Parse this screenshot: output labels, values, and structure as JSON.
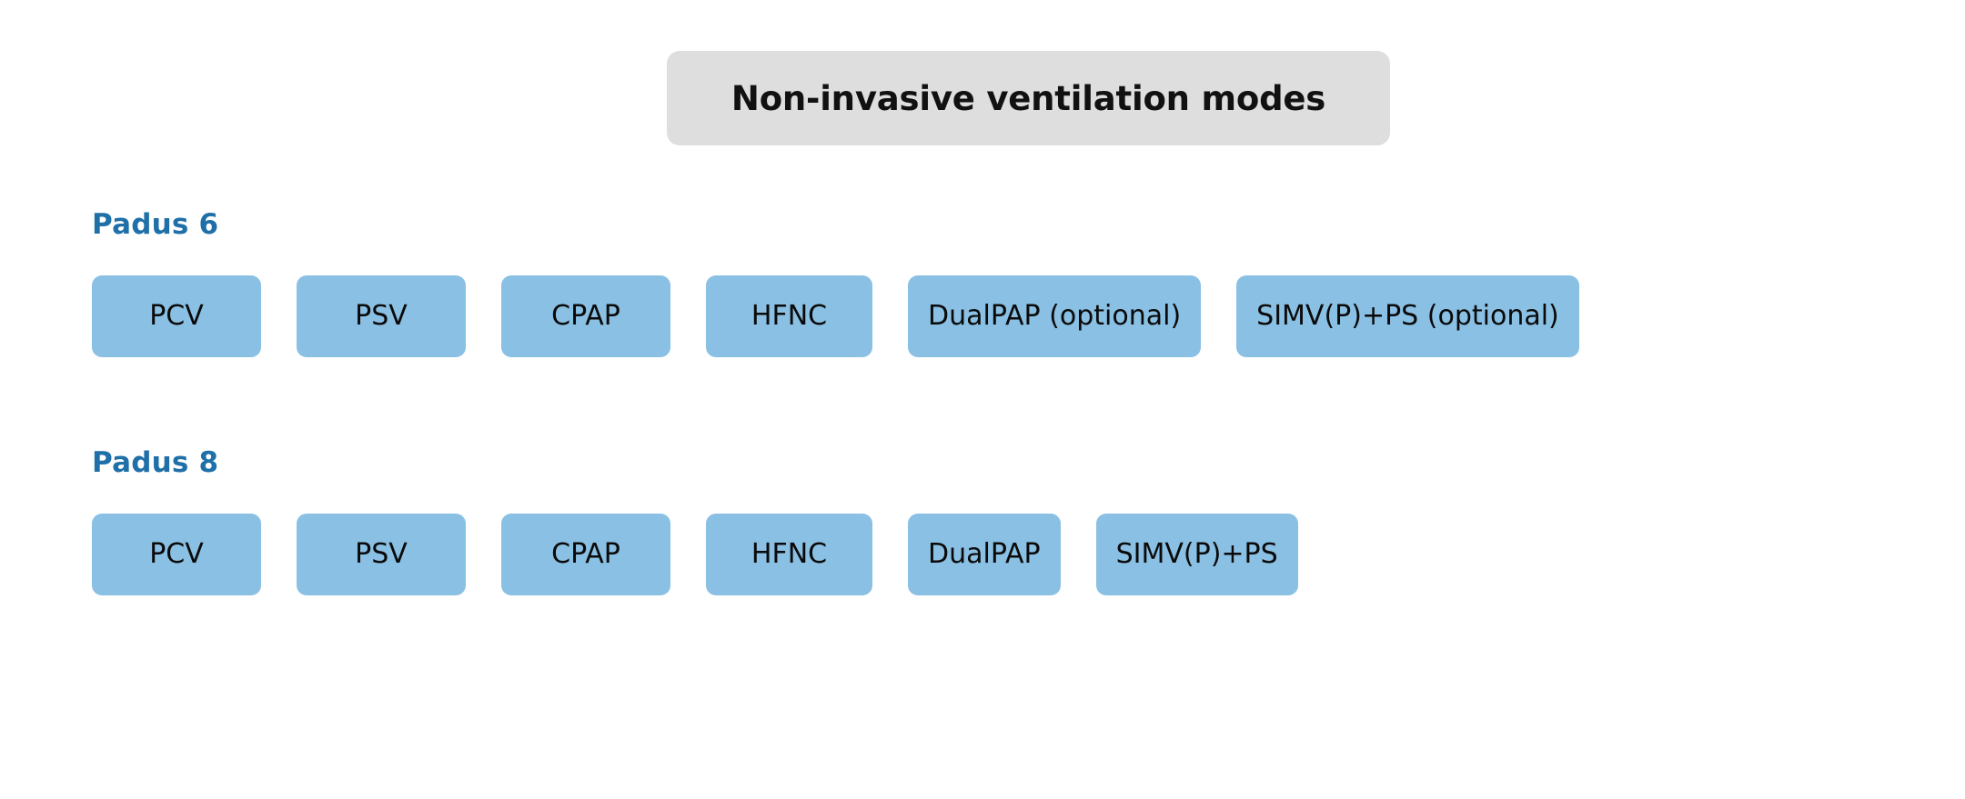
{
  "banner": {
    "title": "Non-invasive ventilation modes",
    "background_color": "#dedede",
    "text_color": "#111111"
  },
  "theme": {
    "heading_color": "#1F6FA8",
    "box_color": "#8AC0E3",
    "box_text_color": "#0a0a0a",
    "page_background": "#ffffff"
  },
  "groups": [
    {
      "heading": "Padus 6",
      "modes": [
        {
          "label": "PCV"
        },
        {
          "label": "PSV"
        },
        {
          "label": "CPAP"
        },
        {
          "label": "HFNC"
        },
        {
          "label": "DualPAP (optional)"
        },
        {
          "label": "SIMV(P)+PS (optional)"
        }
      ]
    },
    {
      "heading": "Padus 8",
      "modes": [
        {
          "label": "PCV"
        },
        {
          "label": "PSV"
        },
        {
          "label": "CPAP"
        },
        {
          "label": "HFNC"
        },
        {
          "label": "DualPAP"
        },
        {
          "label": "SIMV(P)+PS"
        }
      ]
    }
  ]
}
